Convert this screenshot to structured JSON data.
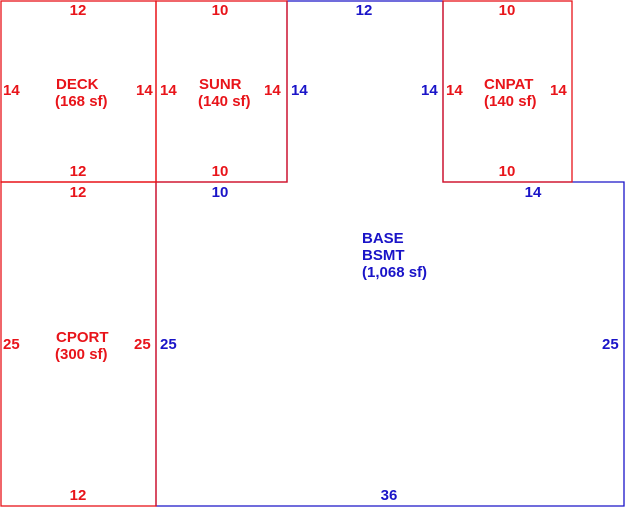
{
  "colors": {
    "addition": "#e8141a",
    "base": "#1a14c8"
  },
  "areas": {
    "deck": {
      "code": "DECK",
      "area": "(168 sf)",
      "top": "12",
      "bottom": "12",
      "left": "14",
      "right": "14"
    },
    "sunr": {
      "code": "SUNR",
      "area": "(140 sf)",
      "top": "10",
      "bottom": "10",
      "left": "14",
      "right": "14"
    },
    "cnpat": {
      "code": "CNPAT",
      "area": "(140 sf)",
      "top": "10",
      "bottom": "10",
      "left": "14",
      "right": "14"
    },
    "cport": {
      "code": "CPORT",
      "area": "(300 sf)",
      "top": "12",
      "bottom": "12",
      "left": "25",
      "right": "25"
    },
    "base": {
      "line1": "BASE",
      "line2": "BSMT",
      "area": "(1,068 sf)",
      "dims": {
        "top_notch_width": "12",
        "notch_left_side": "14",
        "notch_right_side": "14",
        "step_left_width": "10",
        "step_right_width": "14",
        "left_side": "25",
        "right_side": "25",
        "bottom": "36"
      }
    }
  }
}
